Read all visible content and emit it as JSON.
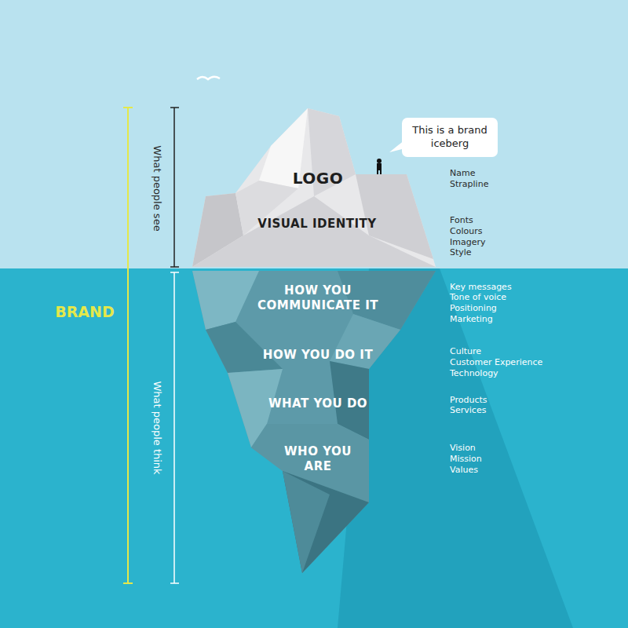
{
  "diagram": {
    "nodes": [
      {
        "text": [
          "This is a brand iceberg"
        ]
      }
    ],
    "labels": [
      "What people see",
      "BRAND",
      "What people think",
      "LOGO",
      "VISUAL IDENTITY",
      "HOW YOU COMMUNICATE IT",
      "HOW YOU DO IT",
      "WHAT YOU DO",
      "WHO YOU ARE",
      "Name",
      "Strapline",
      "Fonts",
      "Colours",
      "Imagery",
      "Style",
      "Key messages",
      "Tone of voice",
      "Positioning",
      "Marketing",
      "Culture",
      "Customer Experience",
      "Technology",
      "Products",
      "Services",
      "Vision",
      "Mission",
      "Values"
    ]
  }
}
